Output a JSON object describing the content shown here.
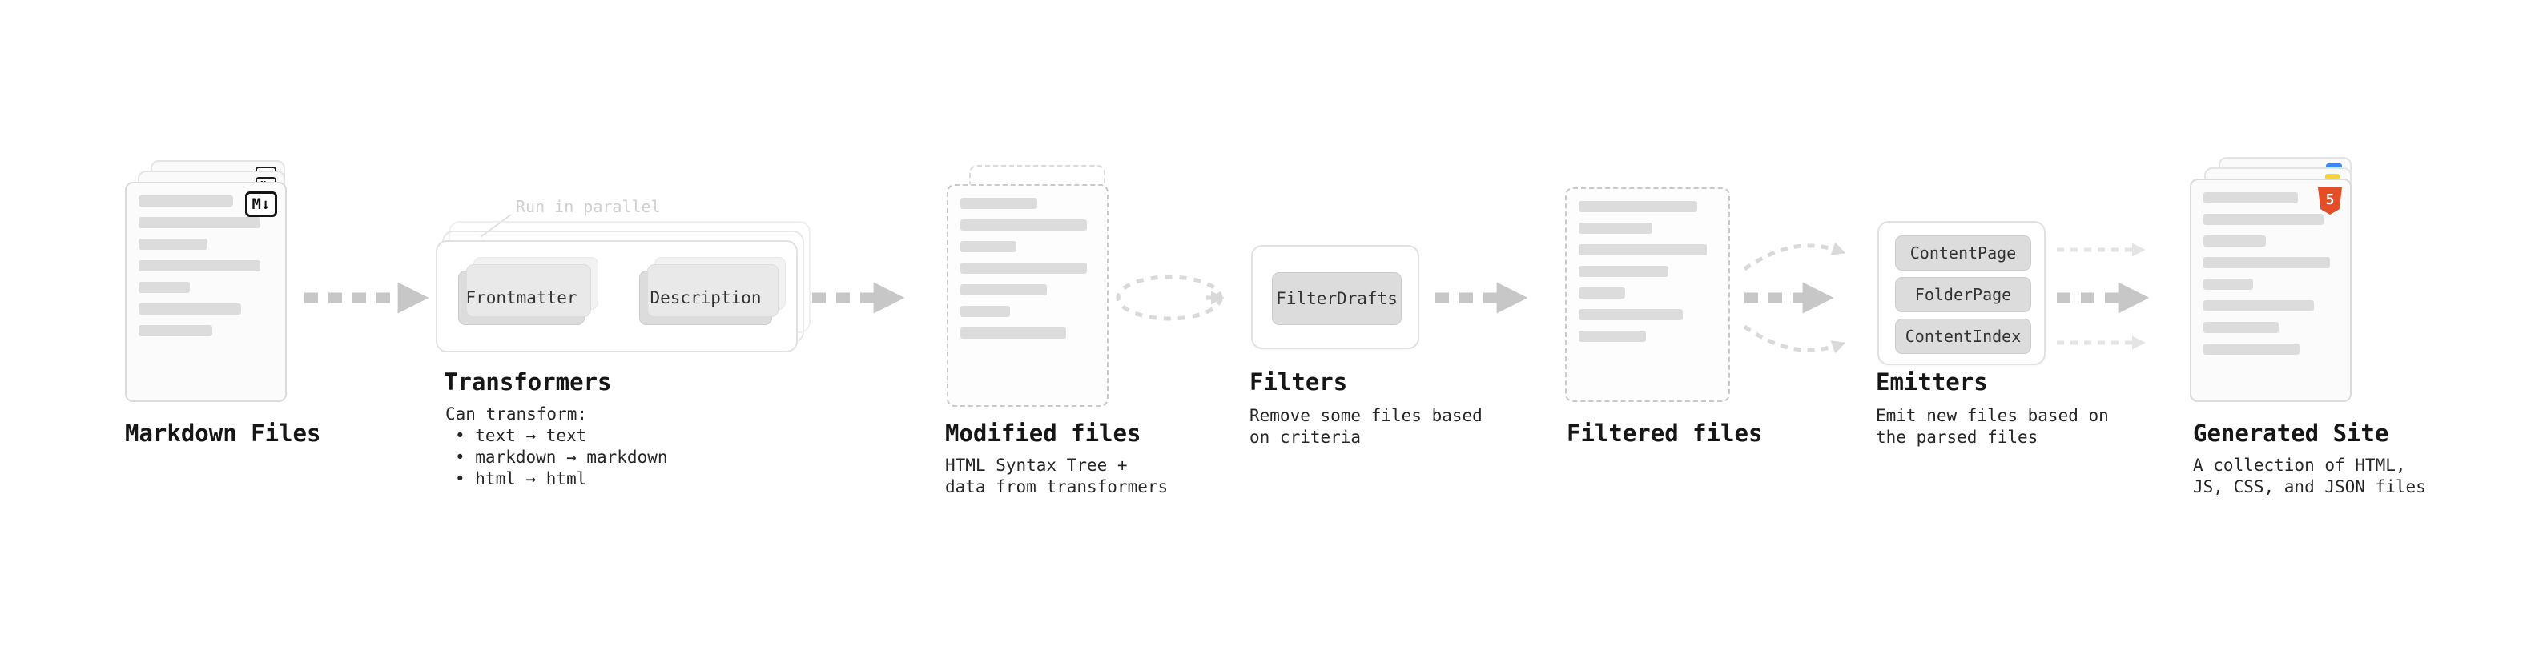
{
  "colors": {
    "arrow": "#c7c7c7",
    "arrow_soft": "#d9d9d9",
    "arrow_faint": "#e4e4e4",
    "node_bg": "#dcdcdc",
    "node_border": "#cbcbcb",
    "bar": "#dcdcdc",
    "dashed_border": "#c9c9c9",
    "ghost": "#efefef",
    "html5_orange": "#e44d26",
    "css_blue": "#3e86f5",
    "js_yellow": "#f2d43c"
  },
  "stages": {
    "markdown_files": {
      "title": "Markdown Files",
      "badge": "M↓"
    },
    "transformers": {
      "title": "Transformers",
      "parallel_note": "Run in parallel",
      "node_a": "Frontmatter",
      "node_b": "Description",
      "caption_heading": "Can transform:",
      "caption_items": [
        "• text → text",
        "• markdown → markdown",
        "• html → html"
      ]
    },
    "modified_files": {
      "title": "Modified files",
      "caption_lines": [
        "HTML Syntax Tree +",
        "data from transformers"
      ]
    },
    "filters": {
      "title": "Filters",
      "node": "FilterDrafts",
      "caption_lines": [
        "Remove some files based",
        "on criteria"
      ]
    },
    "filtered_files": {
      "title": "Filtered files"
    },
    "emitters": {
      "title": "Emitters",
      "nodes": [
        "ContentPage",
        "FolderPage",
        "ContentIndex"
      ],
      "caption_lines": [
        "Emit new files based on",
        "the parsed files"
      ]
    },
    "generated_site": {
      "title": "Generated Site",
      "badge": "5",
      "caption_lines": [
        "A collection of HTML,",
        "JS, CSS, and JSON files"
      ]
    }
  }
}
